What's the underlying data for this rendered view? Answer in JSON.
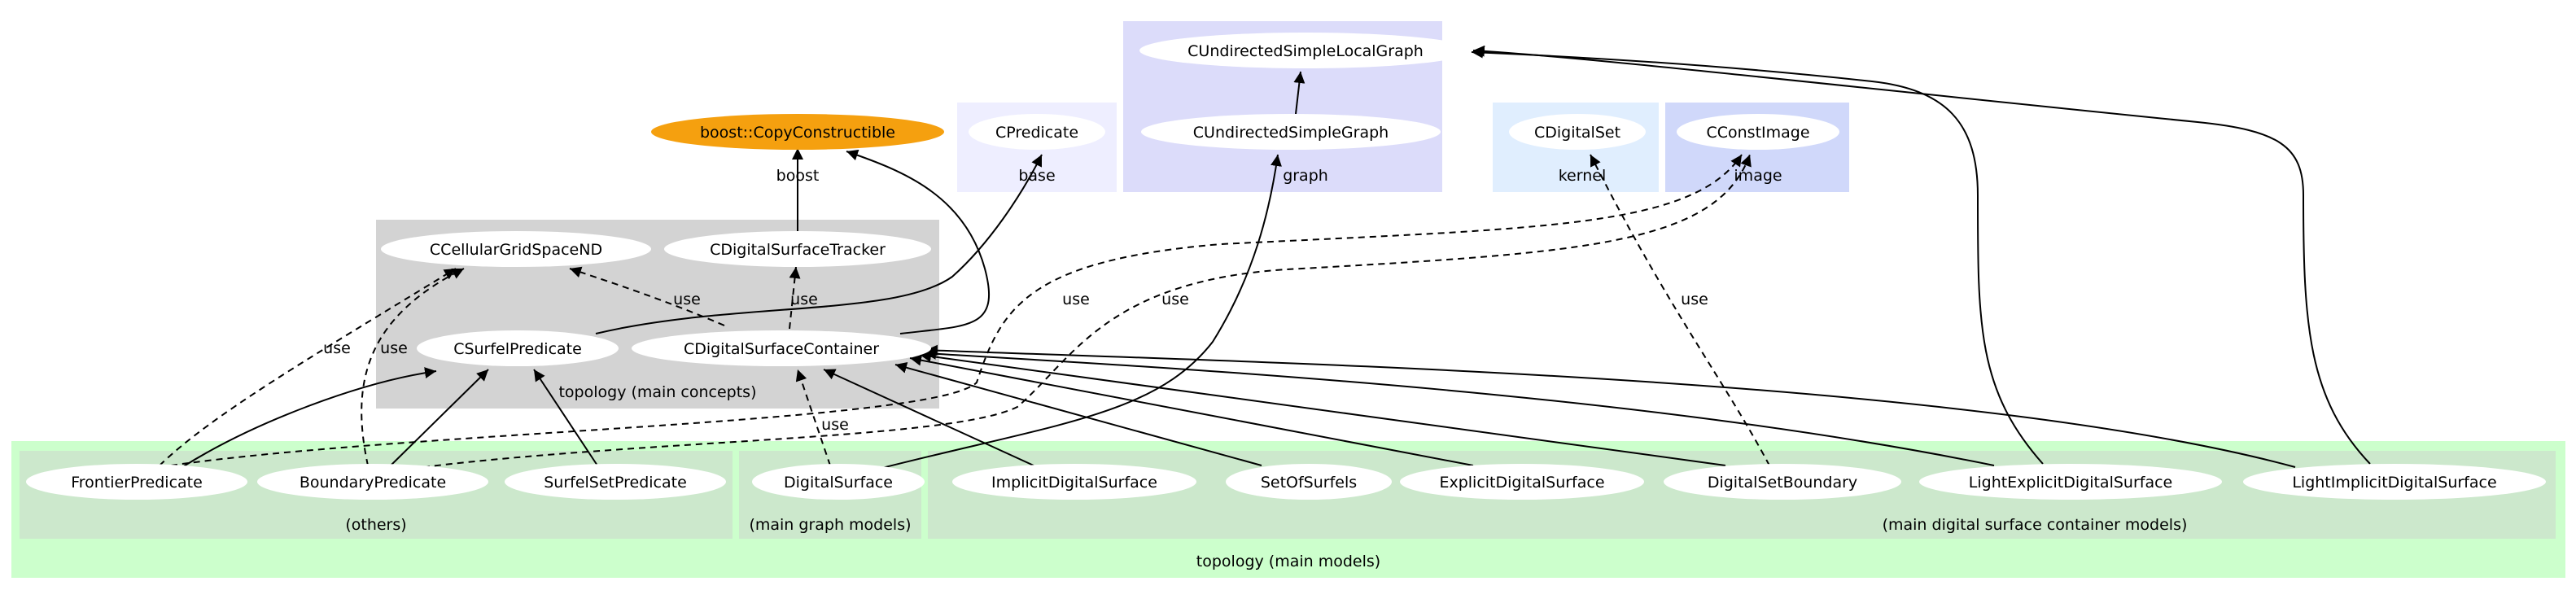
{
  "colors": {
    "background": "#ffffff",
    "node_fill": "#ffffff",
    "highlight_node_fill": "#f5a00f",
    "cluster_topology_models": "#ccffcc",
    "cluster_submodels": "#cce8cc",
    "cluster_concepts": "#d3d3d3",
    "cluster_base": "#eeeeff",
    "cluster_graph": "#dcdcfa",
    "cluster_kernel": "#e0eefe",
    "cluster_image": "#d0d8fa",
    "edge": "#000000"
  },
  "clusters": {
    "base": "base",
    "graph": "graph",
    "kernel": "kernel",
    "image": "image",
    "concepts": "topology (main concepts)",
    "others": "(others)",
    "graph_models": "(main graph models)",
    "container_models": "(main digital surface container models)",
    "models": "topology (main models)"
  },
  "nodes": {
    "copy_constructible": "boost::CopyConstructible",
    "cpredicate": "CPredicate",
    "cundirected_simple_local_graph": "CUndirectedSimpleLocalGraph",
    "cundirected_simple_graph": "CUndirectedSimpleGraph",
    "cdigital_set": "CDigitalSet",
    "cconst_image": "CConstImage",
    "ccellular_grid_space_nd": "CCellularGridSpaceND",
    "cdigital_surface_tracker": "CDigitalSurfaceTracker",
    "csurfel_predicate": "CSurfelPredicate",
    "cdigital_surface_container": "CDigitalSurfaceContainer",
    "frontier_predicate": "FrontierPredicate",
    "boundary_predicate": "BoundaryPredicate",
    "surfel_set_predicate": "SurfelSetPredicate",
    "digital_surface": "DigitalSurface",
    "implicit_digital_surface": "ImplicitDigitalSurface",
    "set_of_surfels": "SetOfSurfels",
    "explicit_digital_surface": "ExplicitDigitalSurface",
    "digital_set_boundary": "DigitalSetBoundary",
    "light_explicit_digital_surface": "LightExplicitDigitalSurface",
    "light_implicit_digital_surface": "LightImplicitDigitalSurface"
  },
  "edge_labels": {
    "boost": "boost",
    "use_container_to_gridspace": "use",
    "use_container_to_tracker": "use",
    "use_frontier_to_gridspace": "use",
    "use_boundary_to_gridspace": "use",
    "use_frontier_to_image": "use",
    "use_boundary_to_image": "use",
    "use_digitalsurface_to_container": "use",
    "use_setboundary_to_digitalset": "use"
  }
}
